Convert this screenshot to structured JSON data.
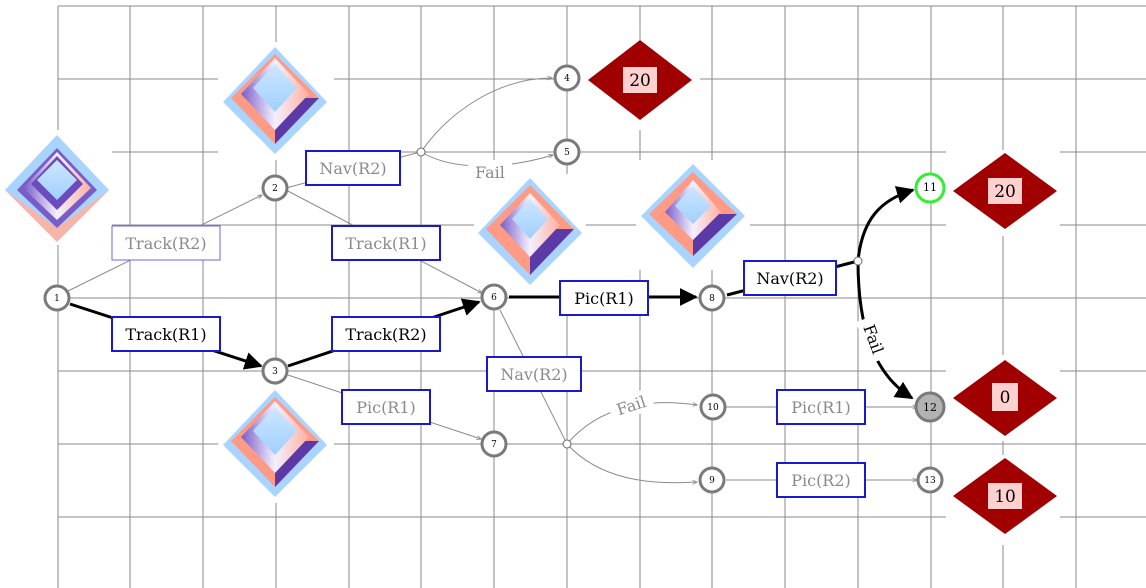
{
  "colors": {
    "grid": "#8a8a8a",
    "node_stroke": "#7a7a7a",
    "box_border": "#1a1acc",
    "reward_diamond": "#a00000",
    "reward_box": "#ffd0d0",
    "goal_node": "#33ee33",
    "fail_node_fill": "#b3b3b3",
    "active_edge": "#000000",
    "inactive_edge": "#8a8a8a"
  },
  "nodes": [
    {
      "id": "n1",
      "label": "1"
    },
    {
      "id": "n2",
      "label": "2"
    },
    {
      "id": "n3",
      "label": "3"
    },
    {
      "id": "n4",
      "label": "4"
    },
    {
      "id": "n5",
      "label": "5"
    },
    {
      "id": "n6",
      "label": "6"
    },
    {
      "id": "n7",
      "label": "7"
    },
    {
      "id": "n8",
      "label": "8"
    },
    {
      "id": "n9",
      "label": "9"
    },
    {
      "id": "n10",
      "label": "10"
    },
    {
      "id": "n11",
      "label": "11"
    },
    {
      "id": "n12",
      "label": "12"
    },
    {
      "id": "n13",
      "label": "13"
    }
  ],
  "actions": [
    {
      "id": "a_track_r2_top",
      "label": "Track(R2)",
      "active": false
    },
    {
      "id": "a_nav_r2_top",
      "label": "Nav(R2)",
      "active": false
    },
    {
      "id": "a_track_r1_mid",
      "label": "Track(R1)",
      "active": false
    },
    {
      "id": "a_track_r1_low",
      "label": "Track(R1)",
      "active": true
    },
    {
      "id": "a_track_r2_low",
      "label": "Track(R2)",
      "active": true
    },
    {
      "id": "a_pic_r1_low",
      "label": "Pic(R1)",
      "active": false
    },
    {
      "id": "a_pic_r1_main",
      "label": "Pic(R1)",
      "active": true
    },
    {
      "id": "a_nav_r2_main",
      "label": "Nav(R2)",
      "active": true
    },
    {
      "id": "a_nav_r2_mid",
      "label": "Nav(R2)",
      "active": false
    },
    {
      "id": "a_pic_r1_right",
      "label": "Pic(R1)",
      "active": false
    },
    {
      "id": "a_pic_r2_right",
      "label": "Pic(R2)",
      "active": false
    }
  ],
  "fail_labels": [
    {
      "id": "fail_top",
      "label": "Fail"
    },
    {
      "id": "fail_mid",
      "label": "Fail"
    },
    {
      "id": "fail_main",
      "label": "Fail"
    }
  ],
  "rewards": [
    {
      "id": "r4",
      "value": "20"
    },
    {
      "id": "r11",
      "value": "20"
    },
    {
      "id": "r12",
      "value": "0"
    },
    {
      "id": "r13",
      "value": "10"
    }
  ]
}
